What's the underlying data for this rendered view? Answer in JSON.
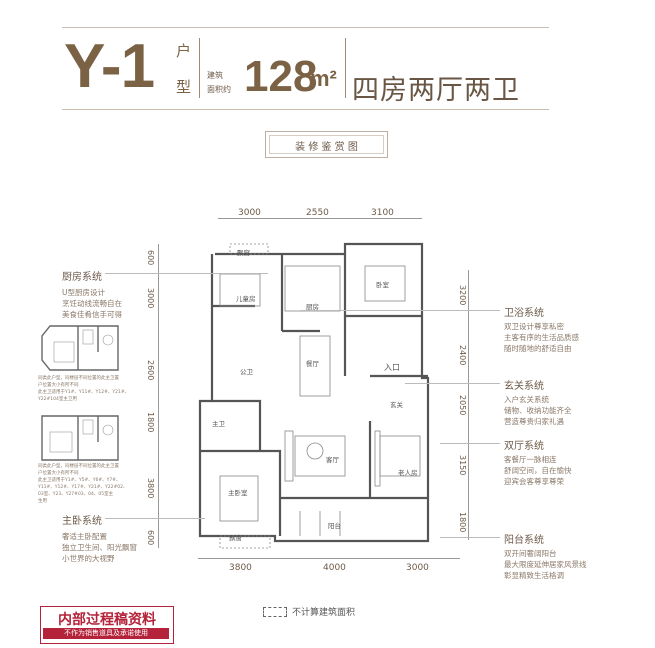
{
  "header": {
    "unit_code": "Y-1",
    "unit_char_1": "户",
    "unit_char_2": "型",
    "area_label_1": "建筑",
    "area_label_2": "面积约",
    "area_value": "128",
    "area_unit": "m²",
    "layout_desc": "四房两厅两卫",
    "button_label": "装 修 鉴 赏 图"
  },
  "dimensions": {
    "top": [
      "3000",
      "2550",
      "3100"
    ],
    "bottom": [
      "3800",
      "4000",
      "3000"
    ],
    "left": [
      "600",
      "3000",
      "2600",
      "1800",
      "3800",
      "600"
    ],
    "right": [
      "3200",
      "2400",
      "2050",
      "3150",
      "1800"
    ]
  },
  "rooms": {
    "bay_top": "飘窗",
    "kids_room": "儿童房",
    "kitchen": "厨房",
    "bedroom": "卧室",
    "dining": "餐厅",
    "public_bath": "公卫",
    "entrance_label": "入口",
    "foyer": "玄关",
    "master_bath": "主卫",
    "living": "客厅",
    "elder_room": "老人房",
    "master_bedroom": "主卧室",
    "balcony": "阳台",
    "bay_bottom": "飘窗"
  },
  "notes_left": [
    {
      "title": "厨房系统",
      "body": "U型厨房设计\n烹饪动线流畅自在\n美食佳肴信手可得"
    },
    {
      "title": "主卧系统",
      "body": "奢适主卧配置\n独立卫生间、阳光飘窗\n小世界的大视野"
    }
  ],
  "notes_right": [
    {
      "title": "卫浴系统",
      "body": "双卫设计尊享私密\n主客有序的生活品质感\n随时随地的舒适自由"
    },
    {
      "title": "玄关系统",
      "body": "入户玄关系统\n储物、收纳功能齐全\n营造尊贵归家礼遇"
    },
    {
      "title": "双厅系统",
      "body": "客餐厅一脉相连\n舒阔空间，自在愉快\n迎宾会客尊享尊荣"
    },
    {
      "title": "阳台系统",
      "body": "双开间奢阔阳台\n最大限度延伸居家风景线\n彰显精致生活格调"
    }
  ],
  "alt_notes": [
    "同类此户型，同楼层不同位置的此主卫置\n户位置大小有所不同\n此主卫适用于Y1#、Y11#、Y12#、Y21#、\nY22#104室主卫用",
    "同类此户型，同楼层不同位置的此主卫置\n户位置大小有所不同\n此主卫适用于Y1#、Y5#、Y6#、Y7#、\nY11#、Y12#、Y17#、Y21#、Y22#02、\n03室、Y23、Y27#03、04、05室主\n生用"
  ],
  "legend": "不计算建筑面积",
  "stamp": {
    "title": "内部过程稿资料",
    "subtitle": "不作为销售道具及承诺使用"
  },
  "colors": {
    "brand": "#7b6244",
    "stamp_red": "#b4233a"
  }
}
